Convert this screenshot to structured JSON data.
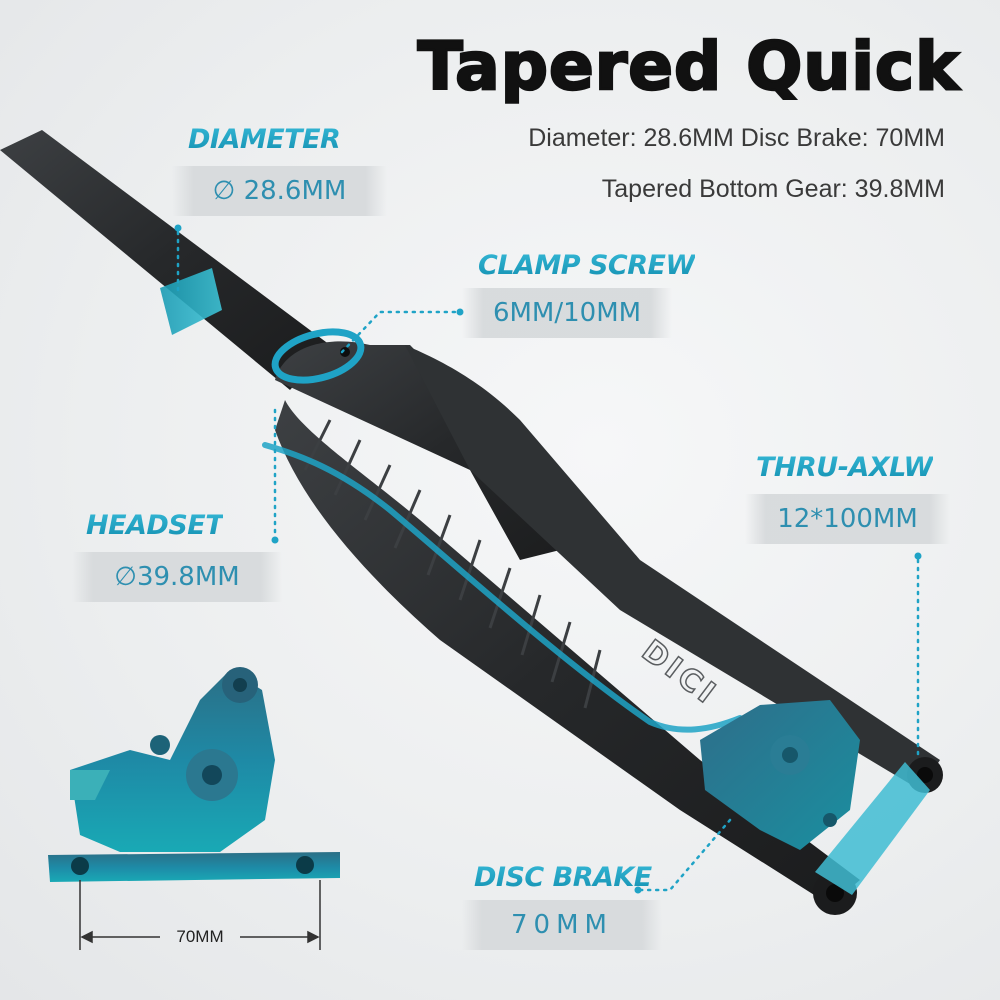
{
  "title": "Tapered Quick",
  "specs": {
    "line1": "Diameter: 28.6MM  Disc Brake: 70MM",
    "line2": "Tapered Bottom Gear: 39.8MM"
  },
  "callouts": {
    "diameter": {
      "label": "DIAMETER",
      "value": "∅ 28.6MM"
    },
    "clamp_screw": {
      "label": "CLAMP SCREW",
      "value": "6MM/10MM"
    },
    "thru_axle": {
      "label": "THRU-AXLW",
      "value": "12*100MM"
    },
    "headset": {
      "label": "HEADSET",
      "value": "∅39.8MM"
    },
    "disc_brake": {
      "label": "DISC BRAKE",
      "value": "70MM"
    }
  },
  "caliper": {
    "dimension": "70MM"
  },
  "brand": "DICI",
  "colors": {
    "accent": "#1fa3c6",
    "carbon": "#2a2c2e",
    "text": "#3a3a3a"
  }
}
